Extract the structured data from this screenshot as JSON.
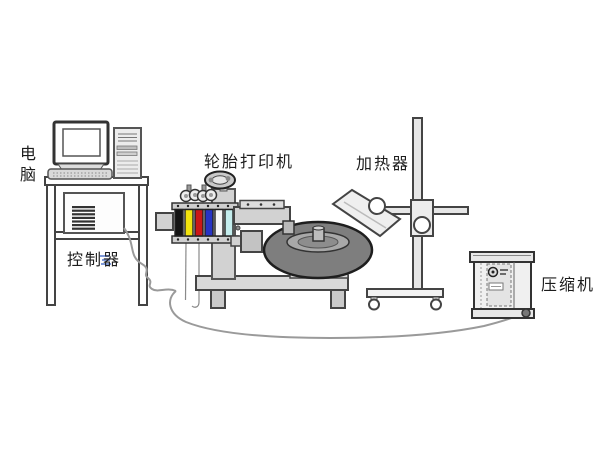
{
  "labels": {
    "computer": "电脑",
    "controller": "控制器",
    "tire_printer": "轮胎打印机",
    "heater": "加热器",
    "compressor": "压缩机"
  },
  "colors": {
    "outline": "#404040",
    "machine_fill": "#d4d4d4",
    "light_fill": "#ececec",
    "tire_fill": "#7e7e7e",
    "tire_rim": "#a8a8a8",
    "cable": "#9a9a9a",
    "ink_cartridges": [
      "#141414",
      "#f2e30c",
      "#cc1717",
      "#2733c4",
      "#f7f7f7",
      "#c4eded"
    ]
  }
}
